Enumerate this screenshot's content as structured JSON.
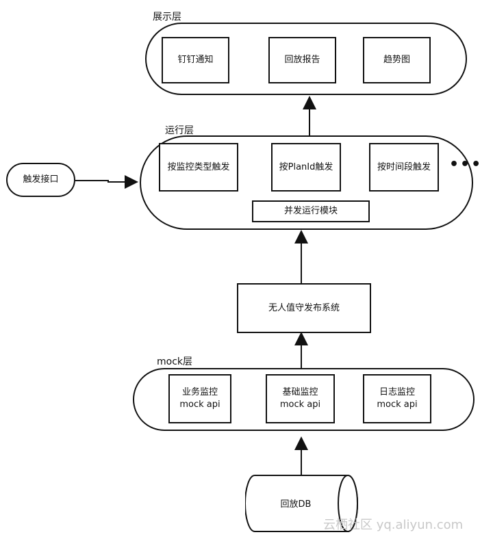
{
  "presentation_layer": {
    "label": "展示层",
    "items": [
      "钉钉通知",
      "回放报告",
      "趋势图"
    ]
  },
  "run_layer": {
    "label": "运行层",
    "triggers": [
      "按监控类型触发",
      "按PlanId触发",
      "按时间段触发"
    ],
    "more": "•••",
    "concurrency_module": "并发运行模块"
  },
  "trigger_interface": "触发接口",
  "unattended_system": "无人值守发布系统",
  "mock_layer": {
    "label": "mock层",
    "items": [
      {
        "name": "业务监控",
        "sub": "mock api"
      },
      {
        "name": "基础监控",
        "sub": "mock api"
      },
      {
        "name": "日志监控",
        "sub": "mock api"
      }
    ]
  },
  "database": "回放DB",
  "watermark": "云栖社区 yq.aliyun.com"
}
